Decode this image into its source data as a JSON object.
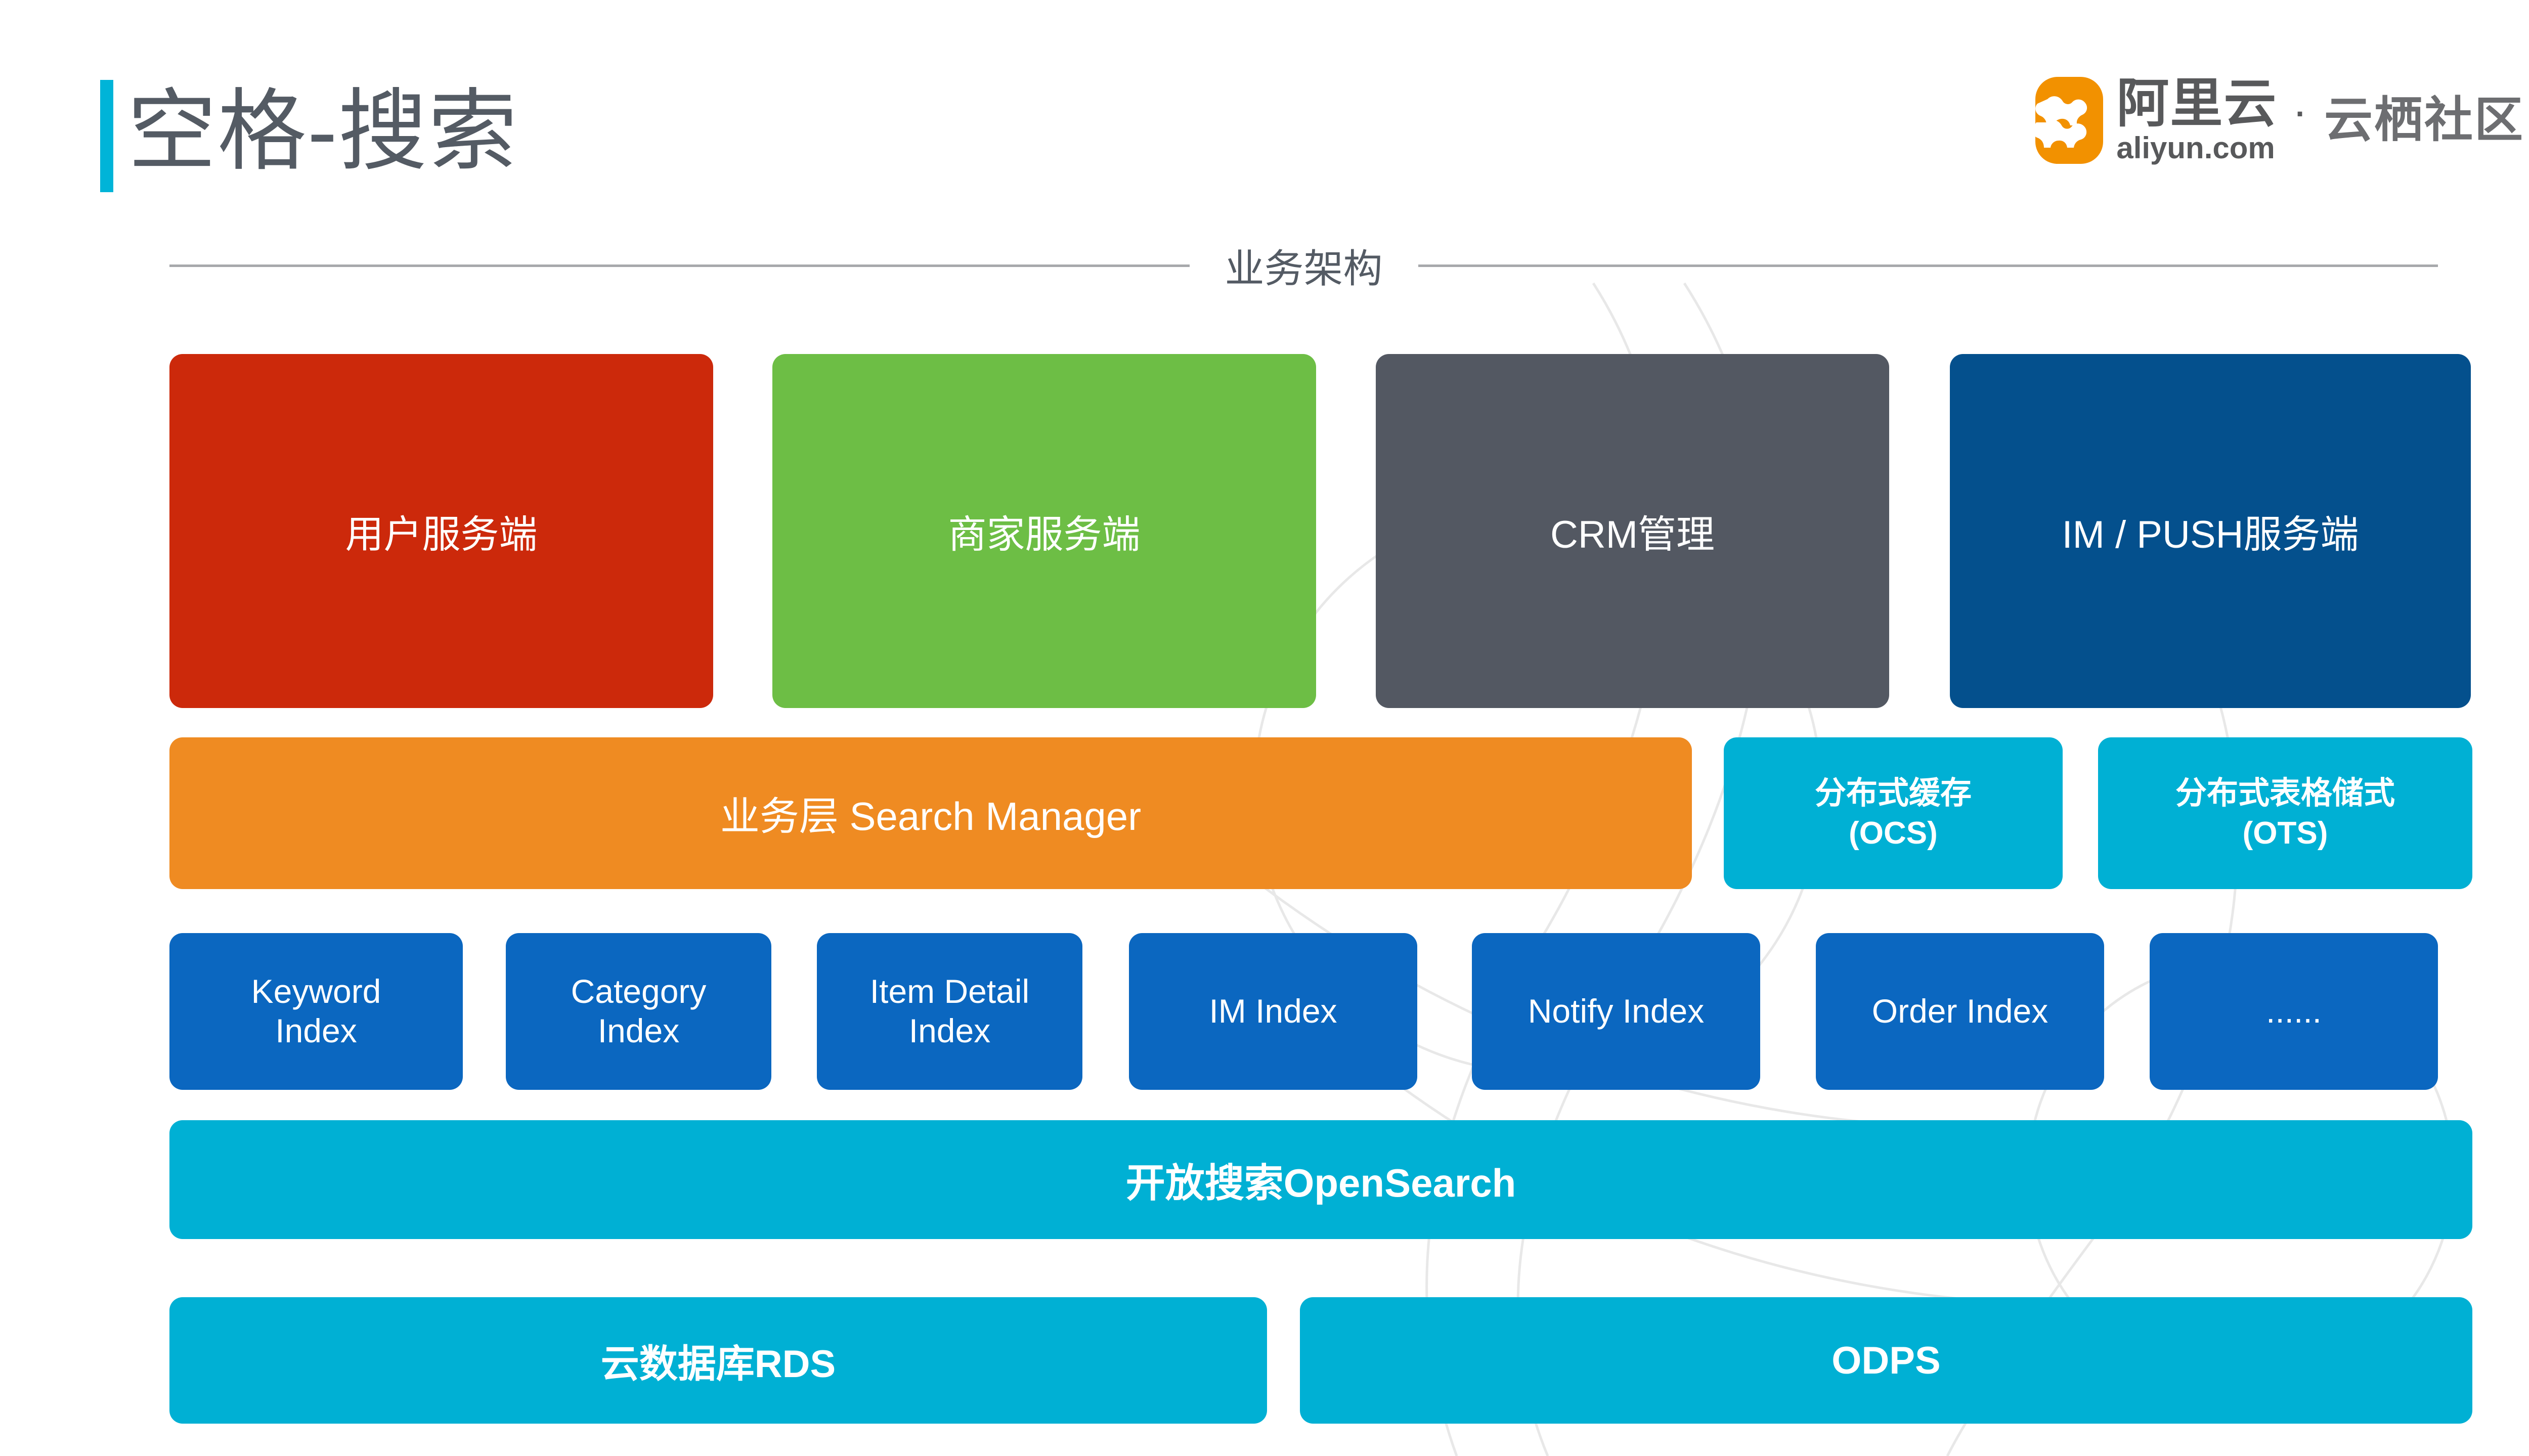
{
  "header": {
    "title": "空格-搜索",
    "accent_color": "#00B4D8",
    "title_color": "#545B64"
  },
  "logo": {
    "icon_name": "aliyun-cloud-logo",
    "brand_cn": "阿里云",
    "domain": "aliyun.com",
    "separator": "·",
    "community": "云栖社区",
    "mark_color": "#F29100"
  },
  "section": {
    "title": "业务架构",
    "rule_color": "#A7A9AC"
  },
  "diagram": {
    "rows": {
      "services": [
        {
          "label": "用户服务端",
          "color": "#CC290B"
        },
        {
          "label": "商家服务端",
          "color": "#6DBE45"
        },
        {
          "label": "CRM管理",
          "color": "#535862"
        },
        {
          "label": "IM / PUSH服务端",
          "color": "#04508D"
        }
      ],
      "business_layer": {
        "label": "业务层 Search Manager",
        "color": "#EF8B22"
      },
      "stores": [
        {
          "line1": "分布式缓存",
          "line2": "(OCS)",
          "color": "#00B0D4"
        },
        {
          "line1": "分布式表格储式",
          "line2": "(OTS)",
          "color": "#00B0D4"
        }
      ],
      "indexes": [
        {
          "line1": "Keyword",
          "line2": "Index",
          "color": "#0B67C0"
        },
        {
          "line1": "Category",
          "line2": "Index",
          "color": "#0B67C0"
        },
        {
          "line1": "Item Detail",
          "line2": "Index",
          "color": "#0B67C0"
        },
        {
          "line1": "IM Index",
          "line2": "",
          "color": "#0B67C0"
        },
        {
          "line1": "Notify Index",
          "line2": "",
          "color": "#0B67C0"
        },
        {
          "line1": "Order Index",
          "line2": "",
          "color": "#0B67C0"
        },
        {
          "line1": "......",
          "line2": "",
          "color": "#0B67C0"
        }
      ],
      "search_platform": {
        "label": "开放搜索OpenSearch",
        "color": "#00B0D4"
      },
      "data_stores": [
        {
          "label": "云数据库RDS",
          "color": "#00B0D4"
        },
        {
          "label": "ODPS",
          "color": "#00B0D4"
        }
      ]
    }
  }
}
